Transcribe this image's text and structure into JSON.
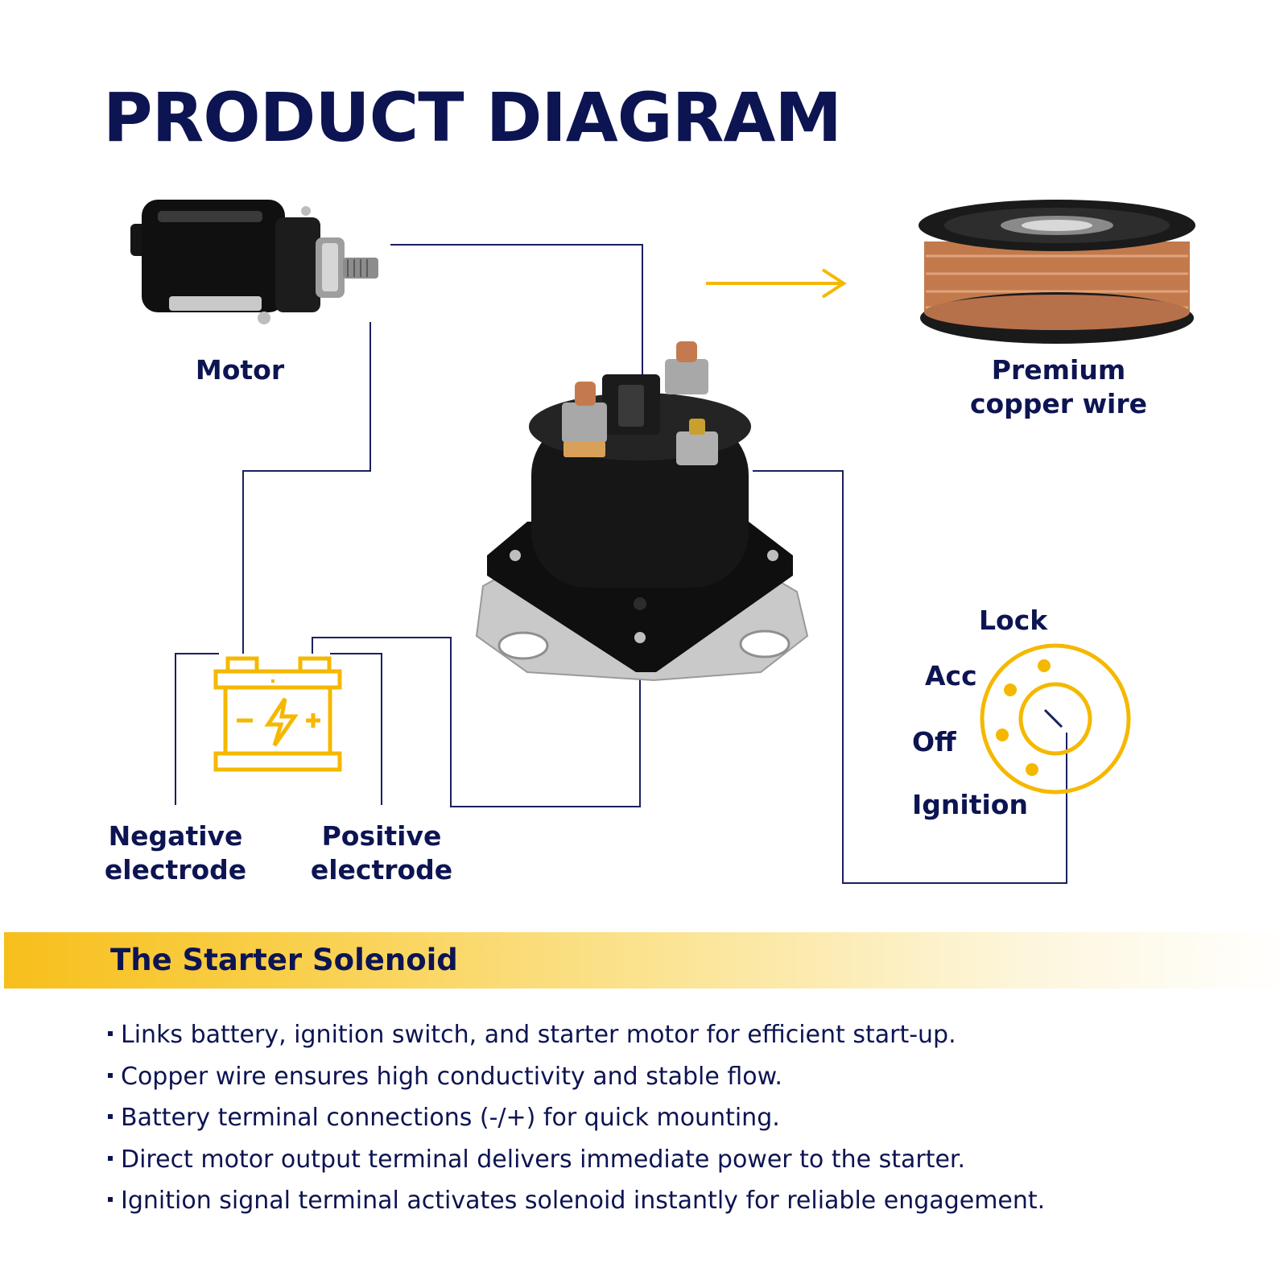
{
  "title": "PRODUCT DIAGRAM",
  "labels": {
    "motor": "Motor",
    "copper_line1": "Premium",
    "copper_line2": "copper wire",
    "negative_line1": "Negative",
    "negative_line2": "electrode",
    "positive_line1": "Positive",
    "positive_line2": "electrode"
  },
  "ignition_positions": [
    "Lock",
    "Acc",
    "Off",
    "Ignition"
  ],
  "section": {
    "title": "The Starter Solenoid",
    "bullets": [
      "Links battery, ignition switch, and starter motor for efficient start-up.",
      "Copper wire ensures high conductivity and stable flow.",
      "Battery terminal connections (-/+) for quick mounting.",
      "Direct motor output terminal delivers immediate power to the starter.",
      "Ignition signal terminal activates solenoid instantly for reliable engagement."
    ]
  },
  "colors": {
    "navy": "#0d1452",
    "accent_yellow": "#f5b800",
    "copper": "#c8825a"
  },
  "icons": [
    "starter-motor-image",
    "solenoid-image",
    "copper-spool-image",
    "battery-icon",
    "ignition-switch-icon",
    "arrow-right-icon"
  ]
}
